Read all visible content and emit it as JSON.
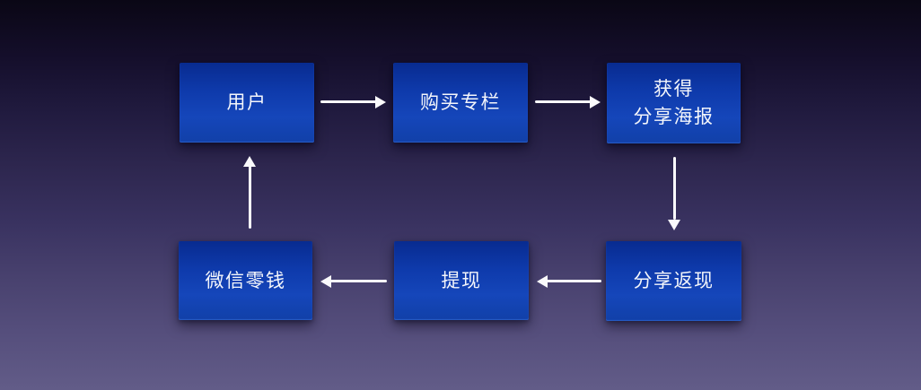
{
  "slide": {
    "background": {
      "top_color": "#0a0715",
      "bottom_color": "#625c88"
    }
  },
  "diagram": {
    "type": "flowchart-cycle",
    "node_style": {
      "fill_top": "#082b90",
      "fill_bottom": "#1140a8",
      "text_color": "#f4f6fb"
    },
    "arrow_color": "#fafafc",
    "nodes": [
      {
        "id": "user",
        "label": "用户"
      },
      {
        "id": "buy-column",
        "label": "购买专栏"
      },
      {
        "id": "get-share-poster",
        "label": "获得\n分享海报"
      },
      {
        "id": "wechat-balance",
        "label": "微信零钱"
      },
      {
        "id": "withdraw",
        "label": "提现"
      },
      {
        "id": "share-cashback",
        "label": "分享返现"
      }
    ],
    "edges": [
      {
        "from": "user",
        "to": "buy-column",
        "direction": "right"
      },
      {
        "from": "buy-column",
        "to": "get-share-poster",
        "direction": "right"
      },
      {
        "from": "get-share-poster",
        "to": "share-cashback",
        "direction": "down"
      },
      {
        "from": "share-cashback",
        "to": "withdraw",
        "direction": "left"
      },
      {
        "from": "withdraw",
        "to": "wechat-balance",
        "direction": "left"
      },
      {
        "from": "wechat-balance",
        "to": "user",
        "direction": "up"
      }
    ]
  }
}
